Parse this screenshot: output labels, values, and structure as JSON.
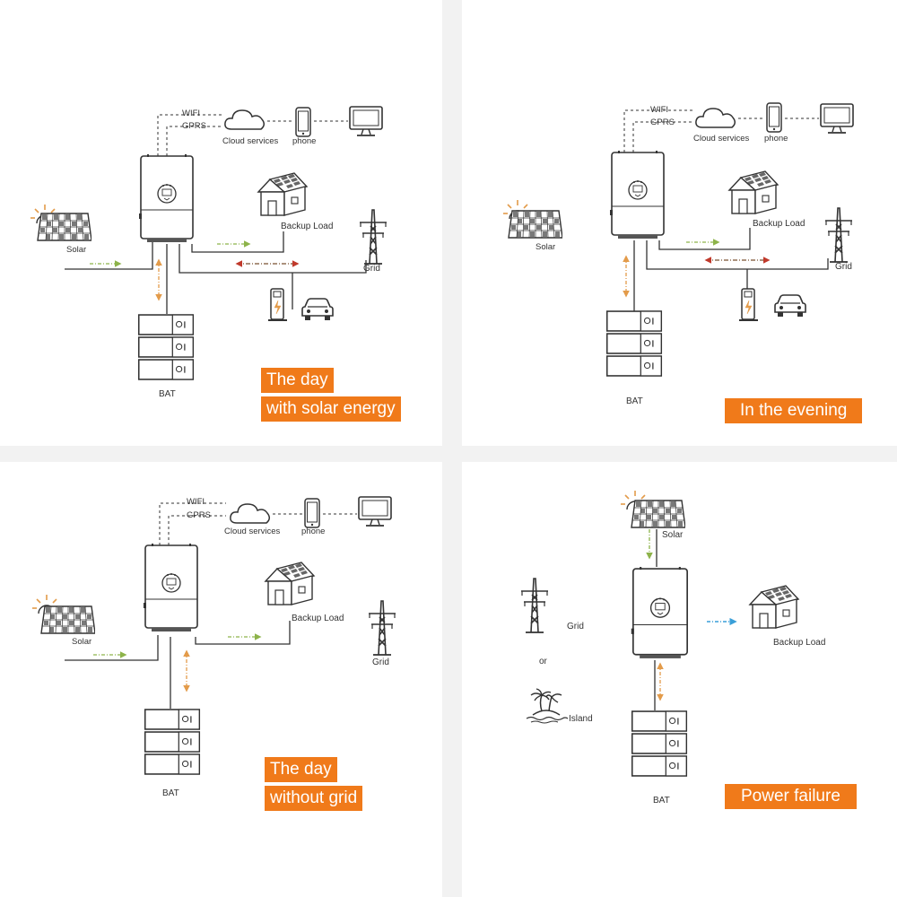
{
  "colors": {
    "accent": "#f07a1a",
    "dc_flow": "#8db34a",
    "battery_flow": "#e39b4a",
    "grid_flow_import": "#c0392b",
    "grid_flow_export": "#7a5230",
    "backup_flow_blackout": "#3a9fd8",
    "line": "#333333"
  },
  "icons": [
    "cloud-icon",
    "phone-icon",
    "monitor-icon",
    "inverter-icon",
    "solar-panel-icon",
    "sun-icon",
    "house-icon",
    "pylon-icon",
    "ev-charger-icon",
    "car-icon",
    "battery-icon",
    "island-icon"
  ],
  "panels": [
    {
      "badge": [
        "The day",
        "with solar energy"
      ],
      "labels": {
        "wifi": "WIFI",
        "gprs": "GPRS",
        "cloud": "Cloud services",
        "phone": "phone",
        "solar": "Solar",
        "backup": "Backup Load",
        "grid": "Grid",
        "bat": "BAT"
      }
    },
    {
      "badge": [
        "In the evening"
      ],
      "labels": {
        "wifi": "WIFI",
        "gprs": "GPRS",
        "cloud": "Cloud services",
        "phone": "phone",
        "solar": "Solar",
        "backup": "Backup Load",
        "grid": "Grid",
        "bat": "BAT"
      }
    },
    {
      "badge": [
        "The day",
        "without grid"
      ],
      "labels": {
        "wifi": "WIFI",
        "gprs": "GPRS",
        "cloud": "Cloud services",
        "phone": "phone",
        "solar": "Solar",
        "backup": "Backup Load",
        "grid": "Grid",
        "bat": "BAT"
      }
    },
    {
      "badge": [
        "Power failure"
      ],
      "labels": {
        "solar": "Solar",
        "grid": "Grid",
        "or": "or",
        "island": "Island",
        "backup": "Backup Load",
        "bat": "BAT"
      }
    }
  ]
}
